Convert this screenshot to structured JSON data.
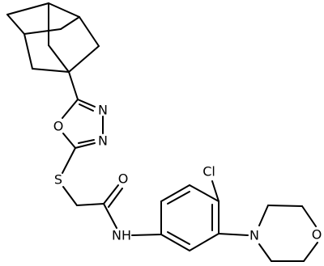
{
  "atom_labels": {
    "o_oxadiazole": "O",
    "n_oxadiazole_3": "N",
    "n_oxadiazole_4": "N",
    "s_thioether": "S",
    "o_carbonyl": "O",
    "nh_amide": "NH",
    "cl": "Cl",
    "n_morpholine": "N",
    "o_morpholine": "O"
  }
}
